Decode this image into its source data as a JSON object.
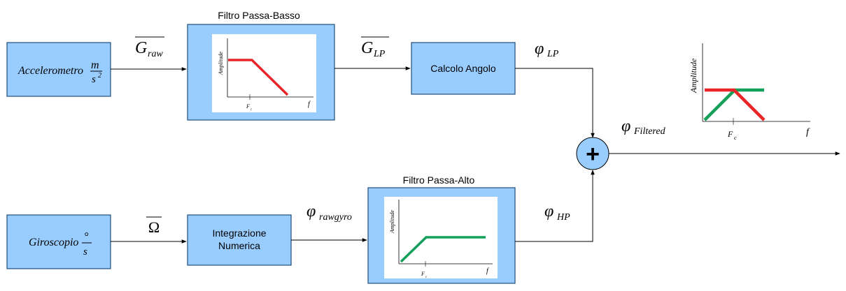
{
  "blocks": {
    "accel": {
      "label": "Accelerometro",
      "unit_num": "m",
      "unit_den": "s",
      "unit_exp": "2"
    },
    "gyro": {
      "label": "Giroscopio",
      "unit_num": "°",
      "unit_den": "s"
    },
    "lowpass": {
      "title": "Filtro Passa-Basso"
    },
    "angle": {
      "label": "Calcolo Angolo"
    },
    "integr": {
      "line1": "Integrazione",
      "line2": "Numerica"
    },
    "highpass": {
      "title": "Filtro Passa-Alto"
    }
  },
  "signals": {
    "graw": {
      "main": "G",
      "sub": "raw"
    },
    "glp": {
      "main": "G",
      "sub": "LP"
    },
    "philp": {
      "main": "φ",
      "sub": "LP"
    },
    "omega": {
      "main": "Ω"
    },
    "phirawgyro": {
      "main": "φ",
      "sub": "rawgyro"
    },
    "phihp": {
      "main": "φ",
      "sub": "HP"
    },
    "phifilt": {
      "main": "φ",
      "sub": "Filtered"
    }
  },
  "plot_labels": {
    "amplitude": "Amplitude",
    "fc_main": "F",
    "fc_sub": "c",
    "freq": "f"
  },
  "summing": {
    "symbol": "+"
  },
  "colors": {
    "block_fill": "#99ccff",
    "block_stroke": "#1f4e79",
    "red": "#e8262a",
    "green": "#14a05a",
    "sum_fill": "#99ccff"
  }
}
